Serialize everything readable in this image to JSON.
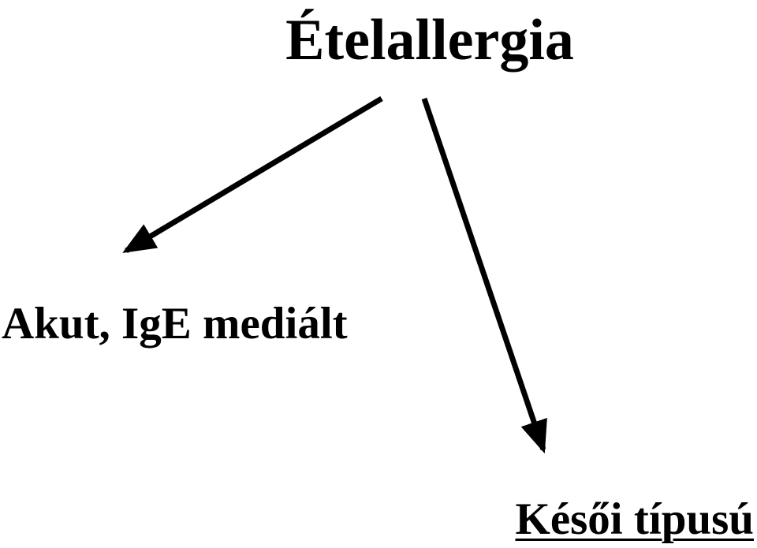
{
  "diagram": {
    "title": "Ételallergia",
    "branches": [
      {
        "label": "Akut, IgE mediált",
        "underlined": false
      },
      {
        "label": "Késői típusú",
        "underlined": true
      }
    ],
    "colors": {
      "text": "#000000",
      "arrow": "#000000",
      "background": "#ffffff"
    }
  }
}
